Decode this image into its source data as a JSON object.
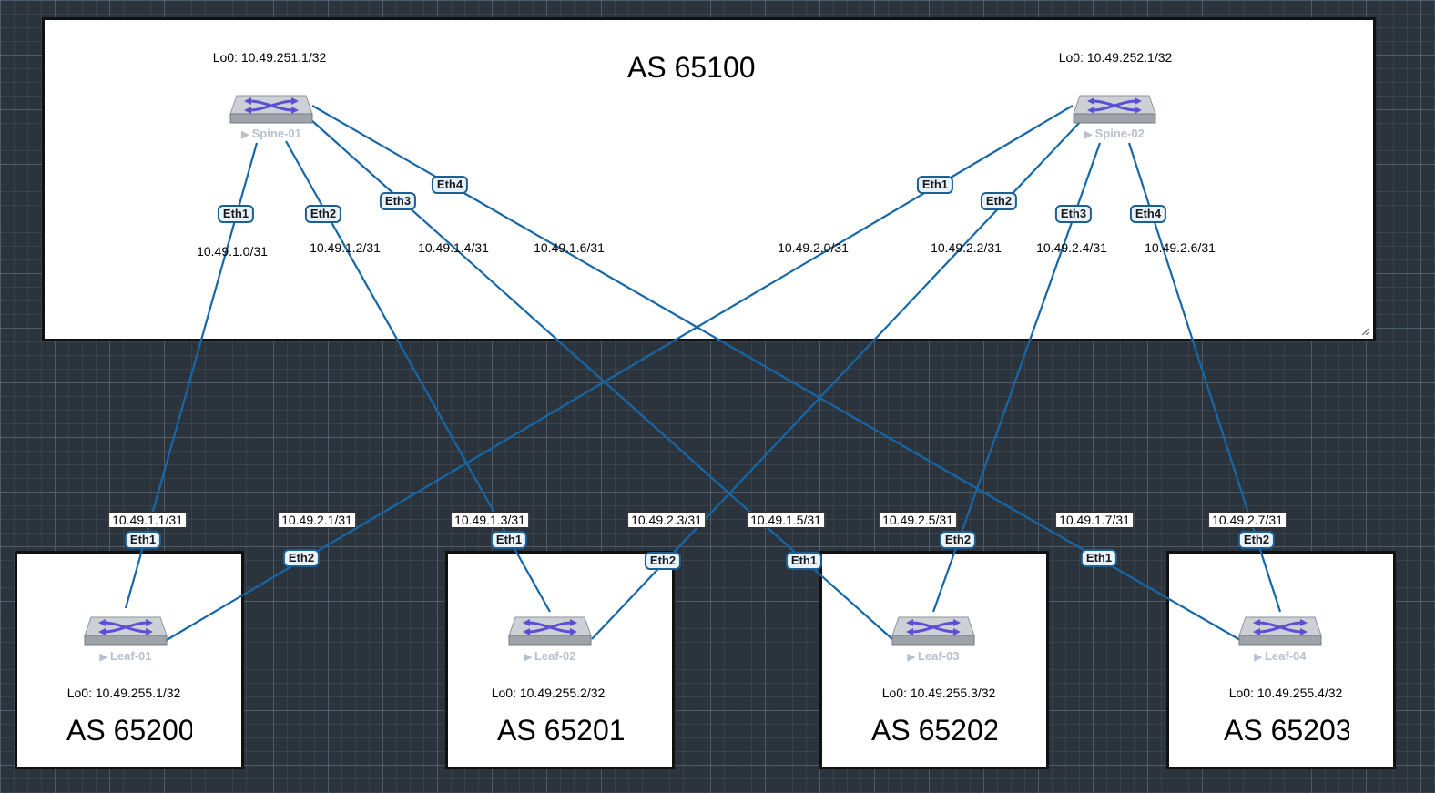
{
  "colors": {
    "link": "#1667a8",
    "switch_top": "#c9ccd1",
    "switch_arrows": "#5b4fd6",
    "background": "#2b343d"
  },
  "as_boxes": [
    {
      "id": "spine",
      "title": "AS 65100"
    },
    {
      "id": "leaf1",
      "title": "AS 65200"
    },
    {
      "id": "leaf2",
      "title": "AS 65201"
    },
    {
      "id": "leaf3",
      "title": "AS 65202"
    },
    {
      "id": "leaf4",
      "title": "AS 65203"
    }
  ],
  "devices": [
    {
      "name": "Spine-01",
      "icon": "switch-icon",
      "loopback": "Lo0: 10.49.251.1/32"
    },
    {
      "name": "Spine-02",
      "icon": "switch-icon",
      "loopback": "Lo0: 10.49.252.1/32"
    },
    {
      "name": "Leaf-01",
      "icon": "switch-icon",
      "loopback": "Lo0: 10.49.255.1/32"
    },
    {
      "name": "Leaf-02",
      "icon": "switch-icon",
      "loopback": "Lo0: 10.49.255.2/32"
    },
    {
      "name": "Leaf-03",
      "icon": "switch-icon",
      "loopback": "Lo0: 10.49.255.3/32"
    },
    {
      "name": "Leaf-04",
      "icon": "switch-icon",
      "loopback": "Lo0: 10.49.255.4/32"
    }
  ],
  "links": [
    {
      "from": "Spine-01",
      "from_if": "Eth1",
      "from_ip": "10.49.1.0/31",
      "to": "Leaf-01",
      "to_if": "Eth1",
      "to_ip": "10.49.1.1/31"
    },
    {
      "from": "Spine-01",
      "from_if": "Eth2",
      "from_ip": "10.49.1.2/31",
      "to": "Leaf-02",
      "to_if": "Eth1",
      "to_ip": "10.49.1.3/31"
    },
    {
      "from": "Spine-01",
      "from_if": "Eth3",
      "from_ip": "10.49.1.4/31",
      "to": "Leaf-03",
      "to_if": "Eth1",
      "to_ip": "10.49.1.5/31"
    },
    {
      "from": "Spine-01",
      "from_if": "Eth4",
      "from_ip": "10.49.1.6/31",
      "to": "Leaf-04",
      "to_if": "Eth1",
      "to_ip": "10.49.1.7/31"
    },
    {
      "from": "Spine-02",
      "from_if": "Eth1",
      "from_ip": "10.49.2.0/31",
      "to": "Leaf-01",
      "to_if": "Eth2",
      "to_ip": "10.49.2.1/31"
    },
    {
      "from": "Spine-02",
      "from_if": "Eth2",
      "from_ip": "10.49.2.2/31",
      "to": "Leaf-02",
      "to_if": "Eth2",
      "to_ip": "10.49.2.3/31"
    },
    {
      "from": "Spine-02",
      "from_if": "Eth3",
      "from_ip": "10.49.2.4/31",
      "to": "Leaf-03",
      "to_if": "Eth2",
      "to_ip": "10.49.2.5/31"
    },
    {
      "from": "Spine-02",
      "from_if": "Eth4",
      "from_ip": "10.49.2.6/31",
      "to": "Leaf-04",
      "to_if": "Eth2",
      "to_ip": "10.49.2.7/31"
    }
  ]
}
